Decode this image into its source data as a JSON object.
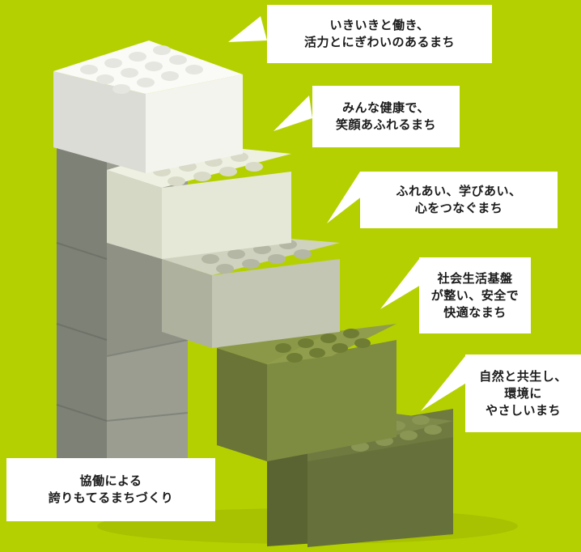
{
  "colors": {
    "background": "#b5d000",
    "block_white": "#f3f3ee",
    "block_cream": "#e4e6d4",
    "block_sage": "#c3c6b0",
    "block_olive": "#7c8a3a",
    "block_dark_olive": "#656f3c",
    "pillar_gray": "#8b8f83"
  },
  "captions": {
    "lively": {
      "lines": [
        "いきいきと働き、",
        "活力とにぎわいのあるまち"
      ]
    },
    "health": {
      "lines": [
        "みんな健康で、",
        "笑顔あふれるまち"
      ]
    },
    "learning": {
      "lines": [
        "ふれあい、学びあい、",
        "心をつなぐまち"
      ]
    },
    "infrastructure": {
      "lines": [
        "社会生活基盤",
        "が整い、安全で",
        "快適なまち"
      ]
    },
    "nature": {
      "lines": [
        "自然と共生し、",
        "環境に",
        "やさしいまち"
      ]
    },
    "collaboration": {
      "lines": [
        "協働による",
        "誇りもてるまちづくり"
      ]
    }
  }
}
